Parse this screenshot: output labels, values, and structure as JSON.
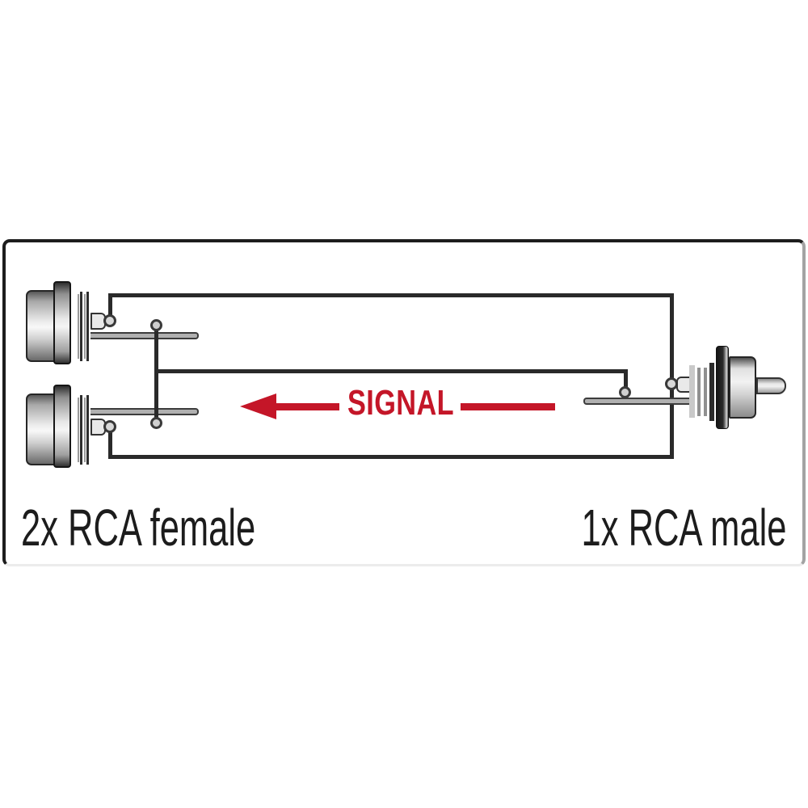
{
  "diagram": {
    "signal_label": "SIGNAL",
    "caption_left": "2x RCA female",
    "caption_right": "1x RCA male",
    "colors": {
      "signal_red": "#c41628",
      "wire_black": "#2a2a2a",
      "caption_text": "#1c1c1c"
    }
  }
}
